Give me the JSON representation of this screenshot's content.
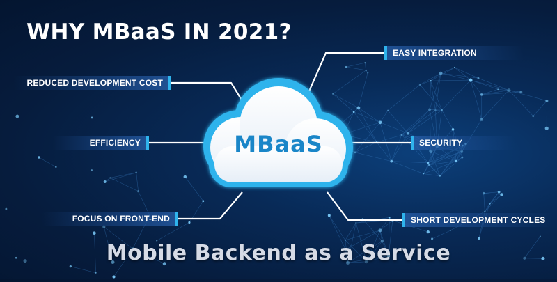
{
  "title": "WHY MBaaS IN 2021?",
  "subtitle": "Mobile Backend as a Service",
  "center": {
    "label": "MBaaS"
  },
  "benefits_left": [
    {
      "label": "REDUCED DEVELOPMENT COST"
    },
    {
      "label": "EFFICIENCY"
    },
    {
      "label": "FOCUS ON FRONT-END"
    }
  ],
  "benefits_right": [
    {
      "label": "EASY INTEGRATION"
    },
    {
      "label": "SECURITY"
    },
    {
      "label": "SHORT DEVELOPMENT CYCLES"
    }
  ],
  "colors": {
    "background": "#061c3d",
    "accent": "#2fb3ec",
    "cloud_text": "#1a86c8",
    "connector": "#ffffff"
  }
}
